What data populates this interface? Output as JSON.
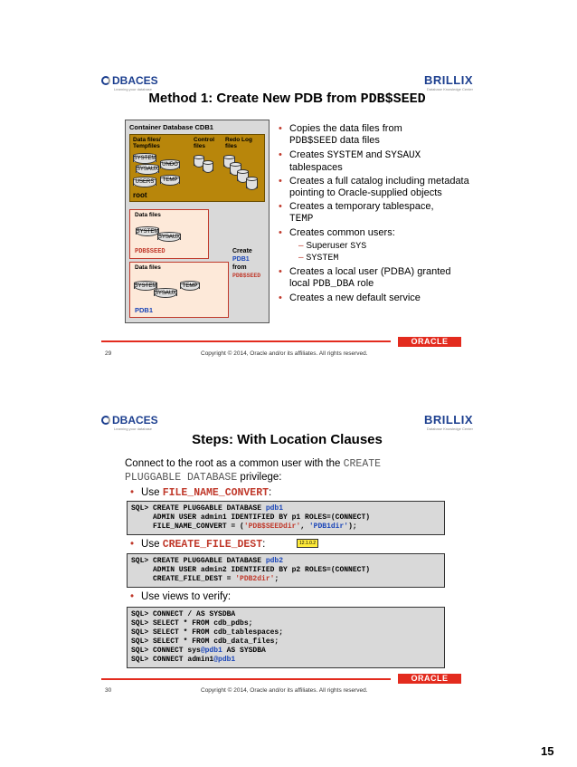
{
  "slide1": {
    "logo_left": "DBACES",
    "logo_left_tag": "Learning your database",
    "logo_right": "BRILLIX",
    "logo_right_tag": "Database Knowledge Center",
    "title_prefix": "Method 1: Create New PDB from ",
    "title_mono": "PDB$SEED",
    "diagram": {
      "cdb_title": "Container Database CDB1",
      "col_datafiles": "Data files/ Tempfiles",
      "col_control": "Control files",
      "col_redo": "Redo Log files",
      "root_files": [
        "SYSTEM",
        "SYSAUX",
        "UNDO",
        "USERS",
        "TEMP"
      ],
      "root_label": "root",
      "seed_datafiles": "Data files",
      "seed_files": [
        "SYSTEM",
        "SYSAUX"
      ],
      "seed_label": "PDB$SEED",
      "pdb1_datafiles": "Data files",
      "pdb1_files": [
        "SYSTEM",
        "SYSAUX",
        "TEMP"
      ],
      "pdb1_label": "PDB1",
      "create_l1": "Create",
      "create_l2": "PDB1",
      "create_l3": "from",
      "create_l4": "PDB$SEED"
    },
    "bullets": {
      "b1_a": "Copies the data files from",
      "b1_mono": "PDB$SEED",
      "b1_b": " data files",
      "b2_a": "Creates ",
      "b2_mono1": "SYSTEM",
      "b2_b": " and ",
      "b2_mono2": "SYSAUX",
      "b2_c": "tablespaces",
      "b3": "Creates a full catalog including metadata pointing to Oracle-supplied objects",
      "b4_a": "Creates a temporary tablespace,",
      "b4_mono": "TEMP",
      "b5": "Creates common users:",
      "sub1_a": "Superuser ",
      "sub1_mono": "SYS",
      "sub2_mono": "SYSTEM",
      "b6_a": "Creates a local user (PDBA) granted local ",
      "b6_mono": "PDB_DBA",
      "b6_b": " role",
      "b7": "Creates a new default service"
    },
    "page_num": "29",
    "copyright": "Copyright © 2014, Oracle and/or its affiliates. All rights reserved.",
    "oracle": "ORACLE"
  },
  "slide2": {
    "logo_left": "DBACES",
    "logo_left_tag": "Learning your database",
    "logo_right": "BRILLIX",
    "logo_right_tag": "Database Knowledge Center",
    "title": "Steps: With Location Clauses",
    "intro_a": "Connect to the root as a common user with the ",
    "intro_mono1": "CREATE",
    "intro_mono2": "PLUGGABLE DATABASE",
    "intro_b": " privilege:",
    "bullet1_a": "Use ",
    "bullet1_mono": "FILE_NAME_CONVERT",
    "bullet1_b": ":",
    "code1": {
      "l1_a": "SQL> CREATE PLUGGABLE DATABASE ",
      "l1_b": "pdb1",
      "l2": "     ADMIN USER admin1 IDENTIFIED BY p1 ROLES=(CONNECT)",
      "l3_a": "     FILE_NAME_CONVERT = (",
      "l3_b": "'PDB$SEEDdir'",
      "l3_c": ", ",
      "l3_d": "'PDB1dir'",
      "l3_e": ");"
    },
    "bullet2_a": "Use ",
    "bullet2_mono": "CREATE_FILE_DEST",
    "bullet2_b": ":",
    "badge": "12.1.0.2",
    "code2": {
      "l1_a": "SQL> CREATE PLUGGABLE DATABASE ",
      "l1_b": "pdb2",
      "l2": "     ADMIN USER admin2 IDENTIFIED BY p2 ROLES=(CONNECT)",
      "l3_a": "     CREATE_FILE_DEST = ",
      "l3_b": "'PDB2dir'",
      "l3_c": ";"
    },
    "bullet3": "Use views  to verify:",
    "code3": {
      "l1": "SQL> CONNECT / AS SYSDBA",
      "l2": "SQL> SELECT * FROM cdb_pdbs;",
      "l3": "SQL> SELECT * FROM cdb_tablespaces;",
      "l4": "SQL> SELECT * FROM cdb_data_files;",
      "l5_a": "SQL> CONNECT sys",
      "l5_b": "@pdb1",
      "l5_c": " AS SYSDBA",
      "l6_a": "SQL> CONNECT admin1",
      "l6_b": "@pdb1"
    },
    "page_num": "30",
    "copyright": "Copyright © 2014, Oracle and/or its affiliates. All rights reserved.",
    "oracle": "ORACLE"
  },
  "page_number": "15"
}
